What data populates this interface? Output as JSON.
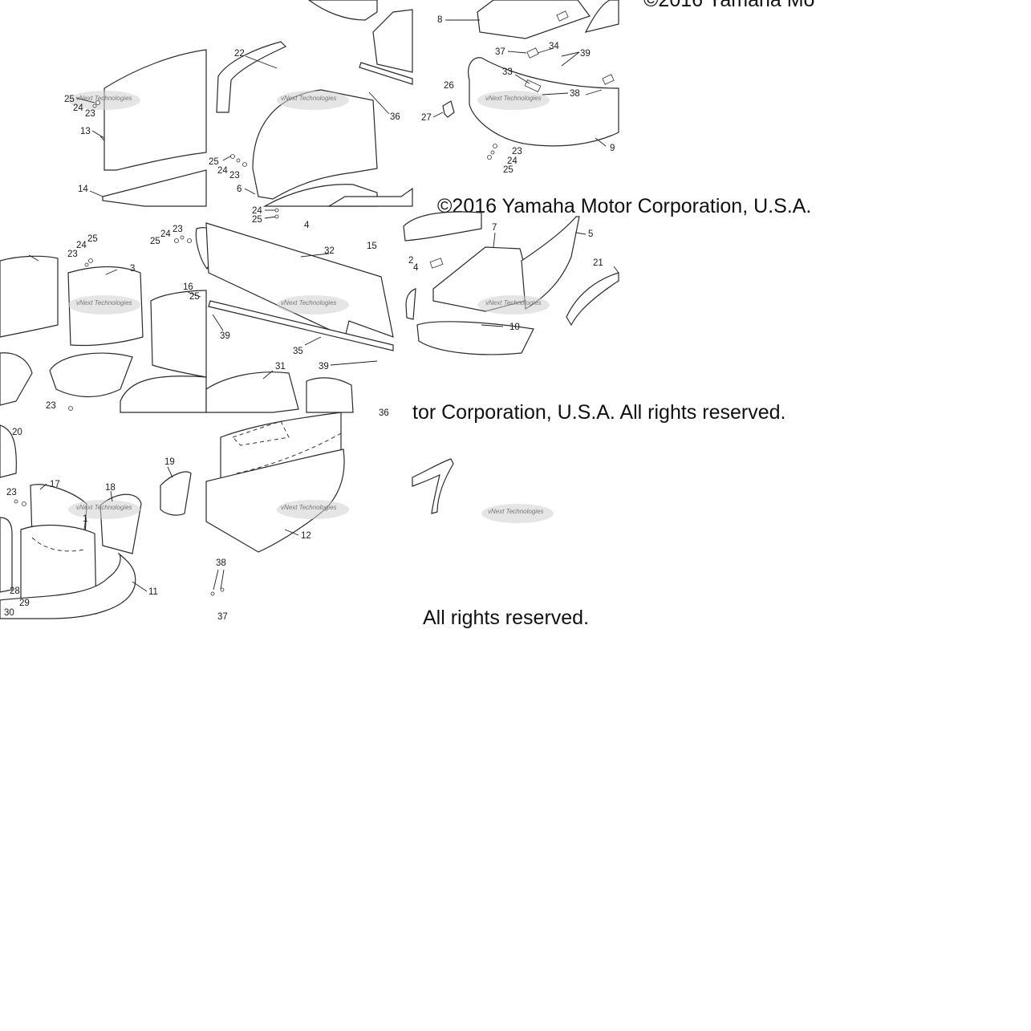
{
  "copyright": {
    "top": "©2016 Yamaha Mo",
    "mid": "©2016 Yamaha Motor Corporation, U.S.A.",
    "low": "tor Corporation, U.S.A. All rights reserved.",
    "bottom": "All rights reserved."
  },
  "watermark": "vNext Technologies",
  "callouts": [
    "25",
    "24",
    "23",
    "13",
    "14",
    "22",
    "25",
    "24",
    "23",
    "6",
    "24",
    "25",
    "4",
    "15",
    "36",
    "8",
    "37",
    "34",
    "39",
    "33",
    "38",
    "26",
    "27",
    "23",
    "24",
    "25",
    "9",
    "25",
    "24",
    "23",
    "3",
    "25",
    "24",
    "23",
    "16",
    "25",
    "39",
    "35",
    "31",
    "39",
    "36",
    "32",
    "7",
    "5",
    "2",
    "4",
    "10",
    "21",
    "23",
    "20",
    "23",
    "17",
    "18",
    "19",
    "1",
    "11",
    "28",
    "29",
    "30",
    "12",
    "38",
    "37"
  ]
}
